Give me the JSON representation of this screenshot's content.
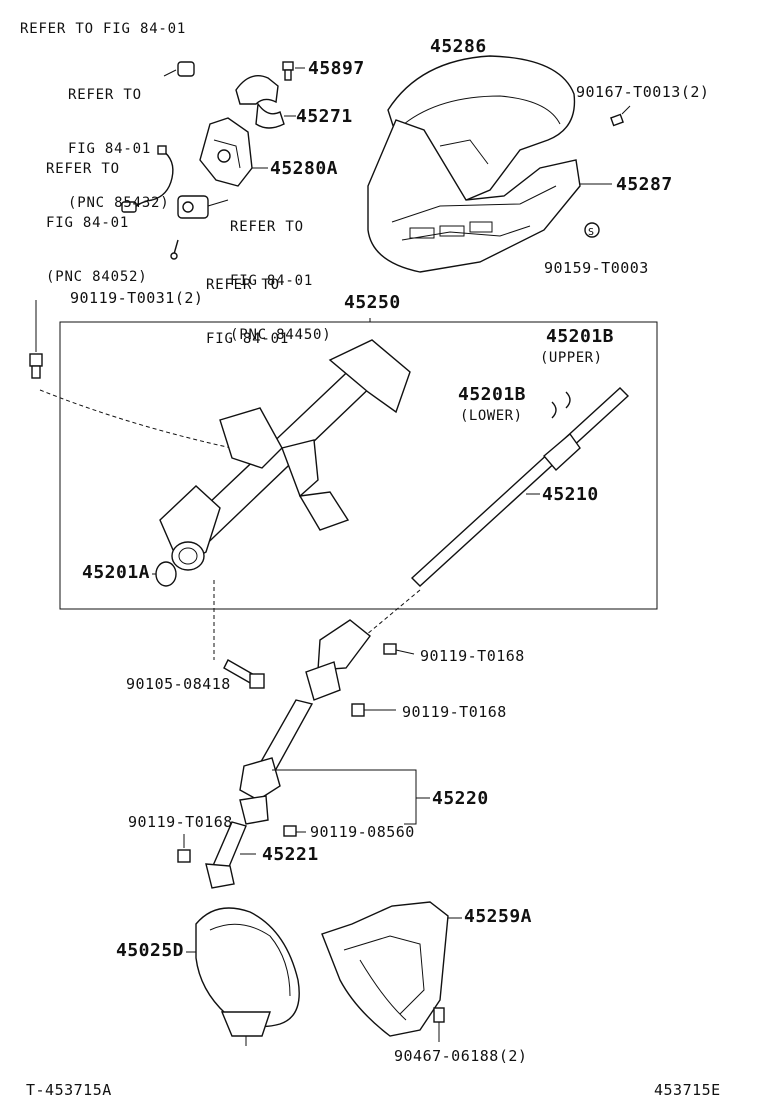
{
  "refs": {
    "top": "REFER TO FIG 84-01",
    "r85432": [
      "REFER TO",
      "FIG 84-01",
      "(PNC 85432)"
    ],
    "r84052": [
      "REFER TO",
      "FIG 84-01",
      "(PNC 84052)"
    ],
    "r84450": [
      "REFER TO",
      "FIG 84-01",
      "(PNC 84450)"
    ],
    "rplain": [
      "REFER TO",
      "FIG 84-01"
    ]
  },
  "parts": {
    "p45286": "45286",
    "p45897": "45897",
    "p45271": "45271",
    "p45280A": "45280A",
    "p90167": "90167-T0013(2)",
    "p45287": "45287",
    "p90159": "90159-T0003",
    "p90119_T0031": "90119-T0031(2)",
    "p45250": "45250",
    "p45201B_u": "45201B",
    "upper": "(UPPER)",
    "p45201B_l": "45201B",
    "lower": "(LOWER)",
    "p45210": "45210",
    "p45201A": "45201A",
    "p90119_T0168_a": "90119-T0168",
    "p90105": "90105-08418",
    "p90119_T0168_b": "90119-T0168",
    "p45220": "45220",
    "p90119_T0168_c": "90119-T0168",
    "p90119_08560": "90119-08560",
    "p45221": "45221",
    "p45025D": "45025D",
    "p45259A": "45259A",
    "p90467": "90467-06188(2)"
  },
  "footer": {
    "left": "T-453715A",
    "right": "453715E"
  }
}
